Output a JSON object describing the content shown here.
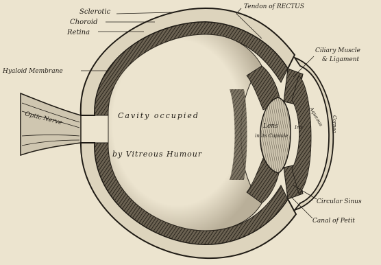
{
  "labels": {
    "sclerotic": "Sclerotic",
    "choroid": "Choroid",
    "retina": "Retina",
    "tendon": "Tendon of RECTUS",
    "hyaloid": "Hyaloid Membrane",
    "ciliary_1": "Ciliary Muscle",
    "ciliary_2": "& Ligament",
    "optic": "Optic Nerve",
    "cavity_1": "Cavity occupied",
    "cavity_2": "by Vitreous Humour",
    "lens_1": "Lens",
    "lens_2": "in its Capsule",
    "iris": "Iris",
    "cornea": "Cornea",
    "aqueous": "Aqueous",
    "circular": "Circular Sinus",
    "canal": "Canal of Petit"
  },
  "colors": {
    "paper": "#ece4cf",
    "ink": "#1e1a14",
    "shade": "#4a4338"
  }
}
